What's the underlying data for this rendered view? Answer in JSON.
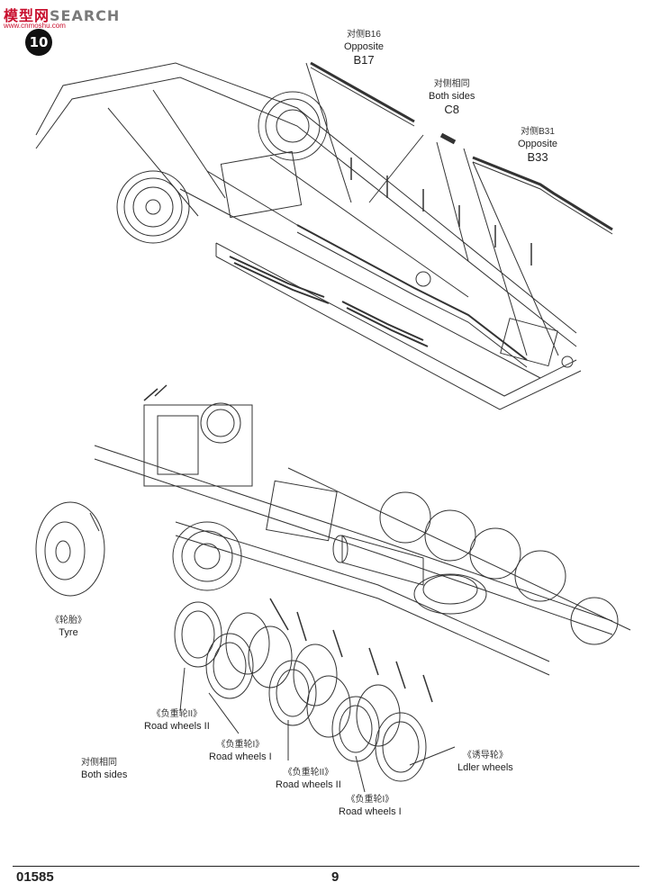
{
  "watermark": {
    "brand_chars": "模型网",
    "brand_tail": "SEARCH",
    "site_url": "www.cnmoshu.com"
  },
  "step": {
    "number": "10"
  },
  "callouts": {
    "b17": {
      "cn": "对侧B16",
      "en": "Opposite",
      "part": "B17"
    },
    "c8": {
      "cn": "对侧相同",
      "en": "Both sides",
      "part": "C8"
    },
    "b33": {
      "cn": "对侧B31",
      "en": "Opposite",
      "part": "B33"
    },
    "tyre": {
      "cn": "《轮胎》",
      "en": "Tyre"
    },
    "road_wheels_ii_a": {
      "cn": "《负重轮II》",
      "en": "Road wheels II"
    },
    "road_wheels_i_a": {
      "cn": "《负重轮I》",
      "en": "Road wheels I"
    },
    "road_wheels_ii_b": {
      "cn": "《负重轮II》",
      "en": "Road wheels II"
    },
    "road_wheels_i_b": {
      "cn": "《负重轮I》",
      "en": "Road wheels I"
    },
    "idler": {
      "cn": "《诱导轮》",
      "en": "Ldler wheels"
    },
    "both_sides": {
      "cn": "对侧相同",
      "en": "Both sides"
    }
  },
  "footer": {
    "kit_code": "01585",
    "page_number": "9"
  }
}
